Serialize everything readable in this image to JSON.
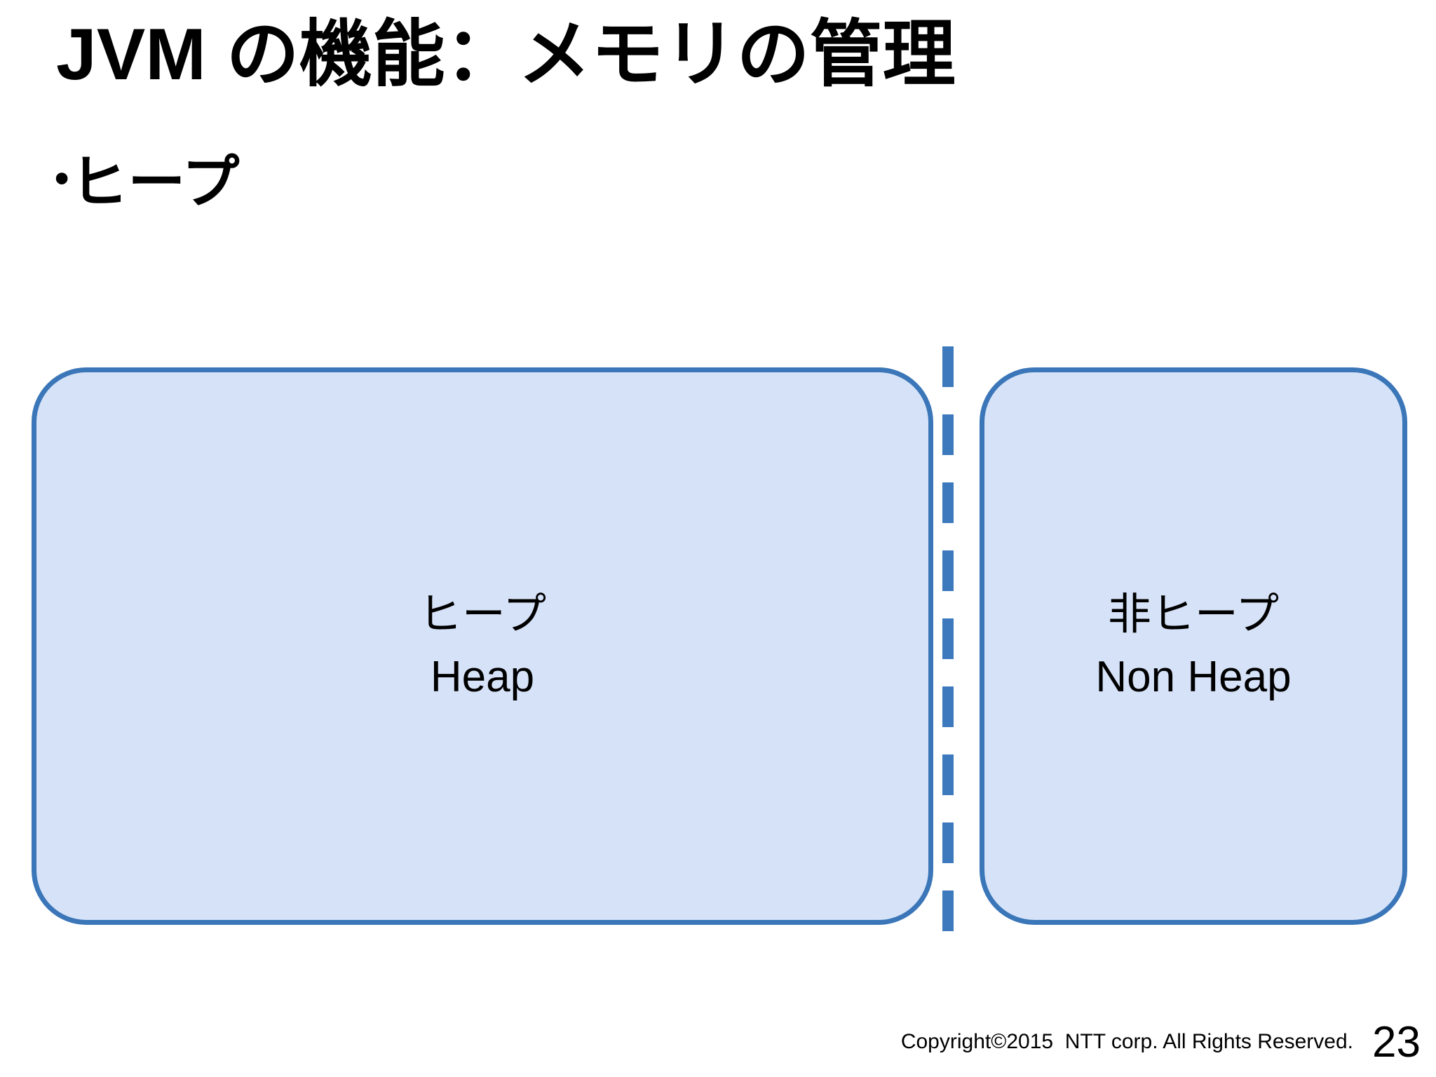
{
  "slide": {
    "title": "JVM の機能：メモリの管理",
    "bullet_mark": "•",
    "bullet_text": "ヒープ"
  },
  "diagram": {
    "type": "two-region-memory-layout",
    "divider_style": "vertical-dashed",
    "colors": {
      "box_fill": "#d6e2f7",
      "box_border": "#3a76b8",
      "divider": "#3d79bd",
      "text": "#000000",
      "background": "#ffffff"
    },
    "regions": [
      {
        "id": "heap",
        "label_jp": "ヒープ",
        "label_en": "Heap"
      },
      {
        "id": "non-heap",
        "label_jp": "非ヒープ",
        "label_en": "Non Heap"
      }
    ]
  },
  "footer": {
    "copyright": "Copyright©2015  NTT corp. All Rights Reserved.",
    "page_number": "23"
  }
}
